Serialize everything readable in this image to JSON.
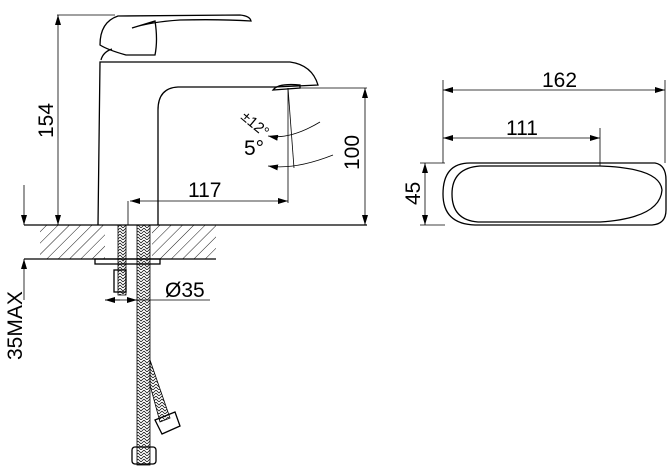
{
  "dimensions": {
    "height_total": "154",
    "spout_height": "100",
    "spout_reach": "117",
    "angle_upper": "±12°",
    "angle_lower": "5°",
    "hole_diameter": "Ø35",
    "counter_max": "35MAX",
    "top_length": "162",
    "handle_length": "111",
    "handle_width": "45"
  }
}
